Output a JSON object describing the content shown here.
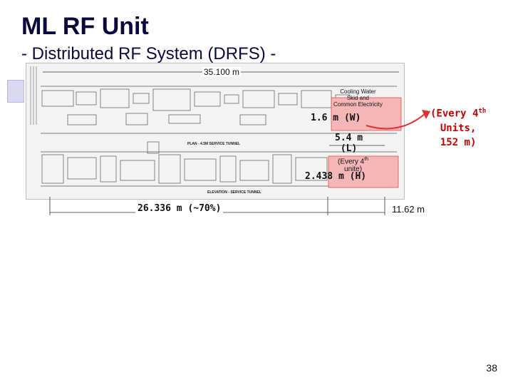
{
  "slide": {
    "title": "ML RF Unit",
    "subtitle": "- Distributed RF System (DRFS) -",
    "page_number": "38"
  },
  "drawing": {
    "plan_caption": "PLAN - 4.5M SERVICE TUNNEL",
    "elevation_caption": "ELEVATION - SERVICE TUNNEL",
    "skid_note_line1": "Cooling Water",
    "skid_note_line2": "Skid and",
    "skid_note_line3": "Common Electricity"
  },
  "dimensions": {
    "total_length": "35.100 m",
    "occupied_length": "26.336 m (~70%)",
    "remaining_length": "11.62 m",
    "width": "1.6 m (W)",
    "length_value": "5.4 m",
    "length_code": "(L)",
    "every_unit_line1": "(Every 4",
    "every_unit_sup": "th",
    "every_unit_line2": "unite)",
    "height": "2.438 m (H)"
  },
  "callout": {
    "line1": "(Every 4",
    "sup": "th",
    "line2": "Units,",
    "line3": "152 m)"
  },
  "colors": {
    "title": "#0a0a3a",
    "highlight_fill": "#f4b6b6",
    "highlight_stroke": "#e05050",
    "callout_text": "#c00000",
    "arrow": "#e03030"
  }
}
